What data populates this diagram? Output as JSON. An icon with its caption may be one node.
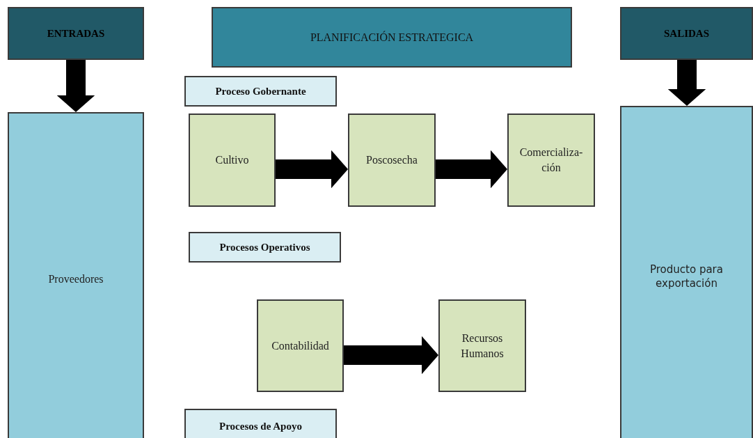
{
  "diagram": {
    "nodes": [
      {
        "text": [
          "ENTRADAS"
        ]
      },
      {
        "text": [
          "PLANIFICACIÓN ESTRATEGICA"
        ]
      },
      {
        "text": [
          "SALIDAS"
        ]
      },
      {
        "text": [
          "Proveedores"
        ]
      },
      {
        "text": [
          "Proceso Gobernante"
        ]
      },
      {
        "text": [
          "Cultivo"
        ]
      },
      {
        "text": [
          "Poscosecha"
        ]
      },
      {
        "text": [
          "Comercializa-ción"
        ]
      },
      {
        "text": [
          "Procesos Operativos"
        ]
      },
      {
        "text": [
          "Contabilidad"
        ]
      },
      {
        "text": [
          "Recursos Humanos"
        ]
      },
      {
        "text": [
          "Procesos de Apoyo"
        ]
      },
      {
        "text": [
          "Producto para exportación"
        ]
      }
    ],
    "edges": [
      {
        "from": 0,
        "to": 3,
        "arrow": "to"
      },
      {
        "from": 2,
        "to": 12,
        "arrow": "to"
      },
      {
        "from": 5,
        "to": 6,
        "arrow": "to"
      },
      {
        "from": 6,
        "to": 7,
        "arrow": "to"
      },
      {
        "from": 9,
        "to": 10,
        "arrow": "to"
      }
    ]
  }
}
